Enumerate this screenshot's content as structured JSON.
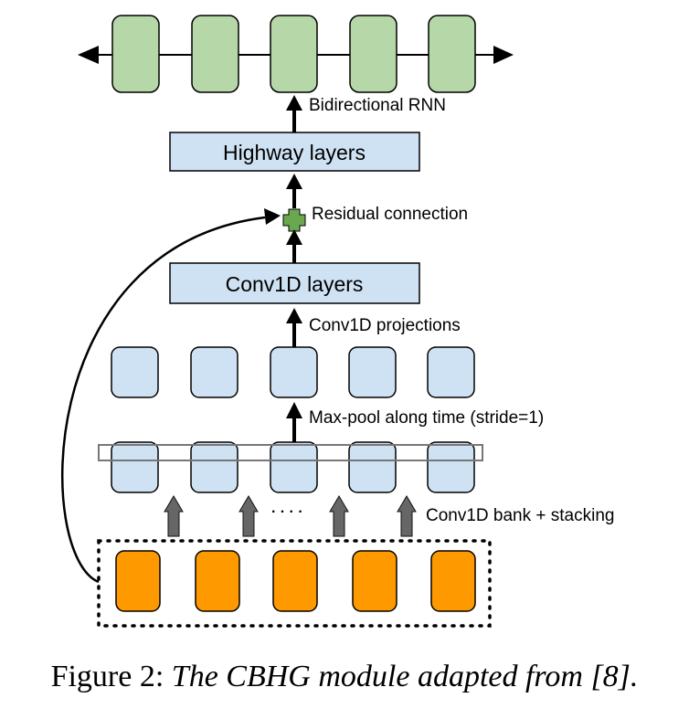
{
  "labels": {
    "rnn": "Bidirectional RNN",
    "highway": "Highway layers",
    "residual": "Residual connection",
    "conv1d_layers": "Conv1D layers",
    "projections": "Conv1D projections",
    "maxpool": "Max-pool along time (stride=1)",
    "bank": "Conv1D bank + stacking",
    "dots": "· · · ·"
  },
  "caption": {
    "prefix": "Figure 2: ",
    "text": "The CBHG module adapted from [8]."
  },
  "colors": {
    "rnn_cell": "#b6d7a8",
    "conv_cell": "#cfe2f3",
    "input_cell": "#ff9900",
    "residual_plus": "#6aa84f",
    "bank_arrow": "#666666"
  }
}
